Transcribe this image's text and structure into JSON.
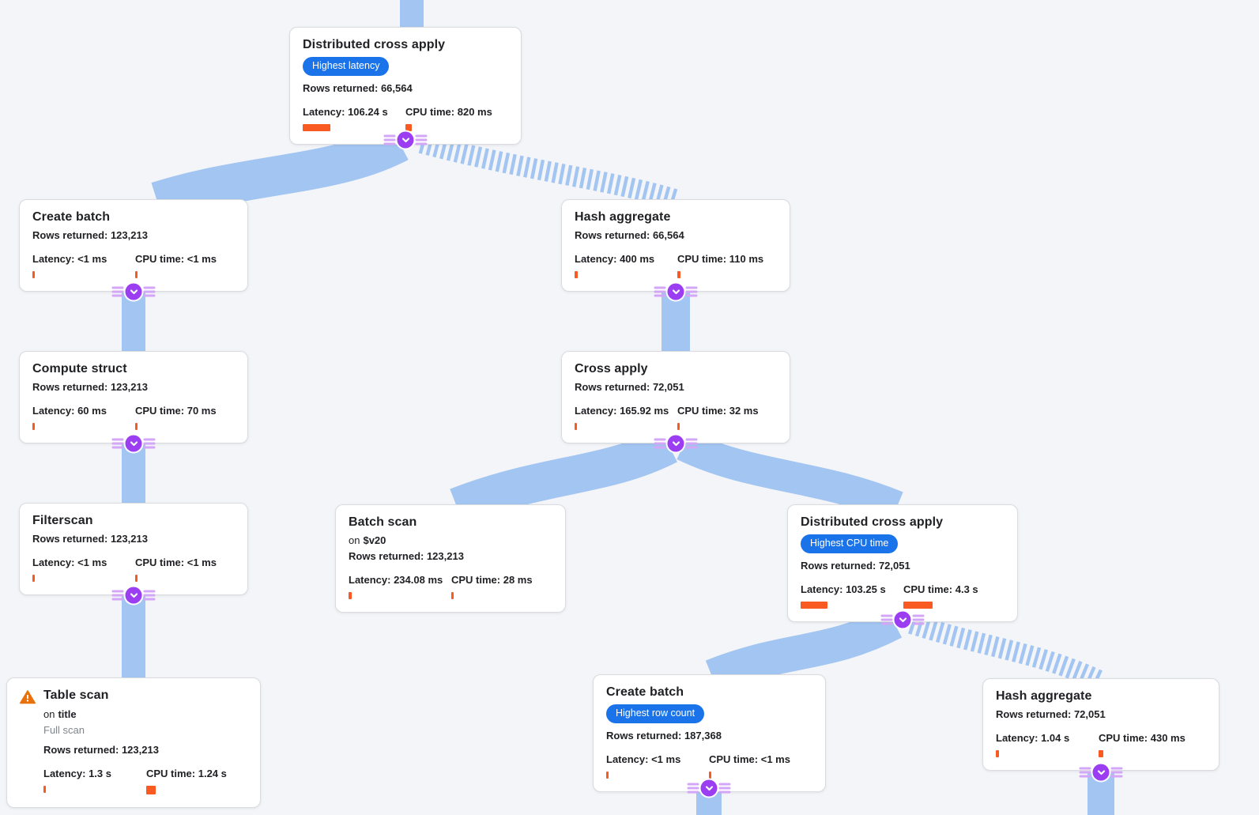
{
  "colors": {
    "bg": "#f4f5f9",
    "edge-blue": "#a3c5f1",
    "connector-purple": "#9b3df0",
    "connector-lines": "#d3a6f7",
    "badge-blue": "#1a73e8",
    "bar-orange": "#f85a22",
    "warning-orange": "#e8710a",
    "card-border": "#dadce0",
    "card-bg": "#ffffff",
    "title-text": "#202124",
    "muted-text": "#80868b"
  },
  "nodes": {
    "dca_top": {
      "title": "Distributed cross apply",
      "badge": "Highest latency",
      "rows": "Rows returned: 66,564",
      "latency": "Latency: 106.24 s",
      "cpu": "CPU time: 820 ms",
      "lat_bar": 35,
      "cpu_bar": 8
    },
    "create_batch_top": {
      "title": "Create batch",
      "rows": "Rows returned: 123,213",
      "latency": "Latency: <1 ms",
      "cpu": "CPU time: <1 ms",
      "lat_bar": 3,
      "cpu_bar": 3
    },
    "hash_agg_top": {
      "title": "Hash aggregate",
      "rows": "Rows returned: 66,564",
      "latency": "Latency: 400 ms",
      "cpu": "CPU time: 110 ms",
      "lat_bar": 4,
      "cpu_bar": 4
    },
    "compute_struct": {
      "title": "Compute struct",
      "rows": "Rows returned: 123,213",
      "latency": "Latency: 60 ms",
      "cpu": "CPU time: 70 ms",
      "lat_bar": 3,
      "cpu_bar": 3
    },
    "cross_apply": {
      "title": "Cross apply",
      "rows": "Rows returned: 72,051",
      "latency": "Latency: 165.92 ms",
      "cpu": "CPU time: 32 ms",
      "lat_bar": 3,
      "cpu_bar": 3
    },
    "filterscan": {
      "title": "Filterscan",
      "rows": "Rows returned: 123,213",
      "latency": "Latency: <1 ms",
      "cpu": "CPU time: <1 ms",
      "lat_bar": 3,
      "cpu_bar": 3
    },
    "batch_scan": {
      "title": "Batch scan",
      "on_prefix": "on",
      "on_target": "$v20",
      "rows": "Rows returned: 123,213",
      "latency": "Latency: 234.08 ms",
      "cpu": "CPU time: 28 ms",
      "lat_bar": 4,
      "cpu_bar": 3
    },
    "dca_right": {
      "title": "Distributed cross apply",
      "badge": "Highest CPU time",
      "rows": "Rows returned: 72,051",
      "latency": "Latency: 103.25 s",
      "cpu": "CPU time: 4.3 s",
      "lat_bar": 34,
      "cpu_bar": 37
    },
    "table_scan": {
      "title": "Table scan",
      "on_prefix": "on",
      "on_target": "title",
      "note": "Full scan",
      "rows": "Rows returned: 123,213",
      "latency": "Latency: 1.3 s",
      "cpu": "CPU time: 1.24 s",
      "lat_bar": 3,
      "cpu_bar": 12
    },
    "create_batch_bottom": {
      "title": "Create batch",
      "badge": "Highest row count",
      "rows": "Rows returned: 187,368",
      "latency": "Latency: <1 ms",
      "cpu": "CPU time: <1 ms",
      "lat_bar": 3,
      "cpu_bar": 3
    },
    "hash_agg_bottom": {
      "title": "Hash aggregate",
      "rows": "Rows returned: 72,051",
      "latency": "Latency: 1.04 s",
      "cpu": "CPU time: 430 ms",
      "lat_bar": 4,
      "cpu_bar": 6
    }
  }
}
